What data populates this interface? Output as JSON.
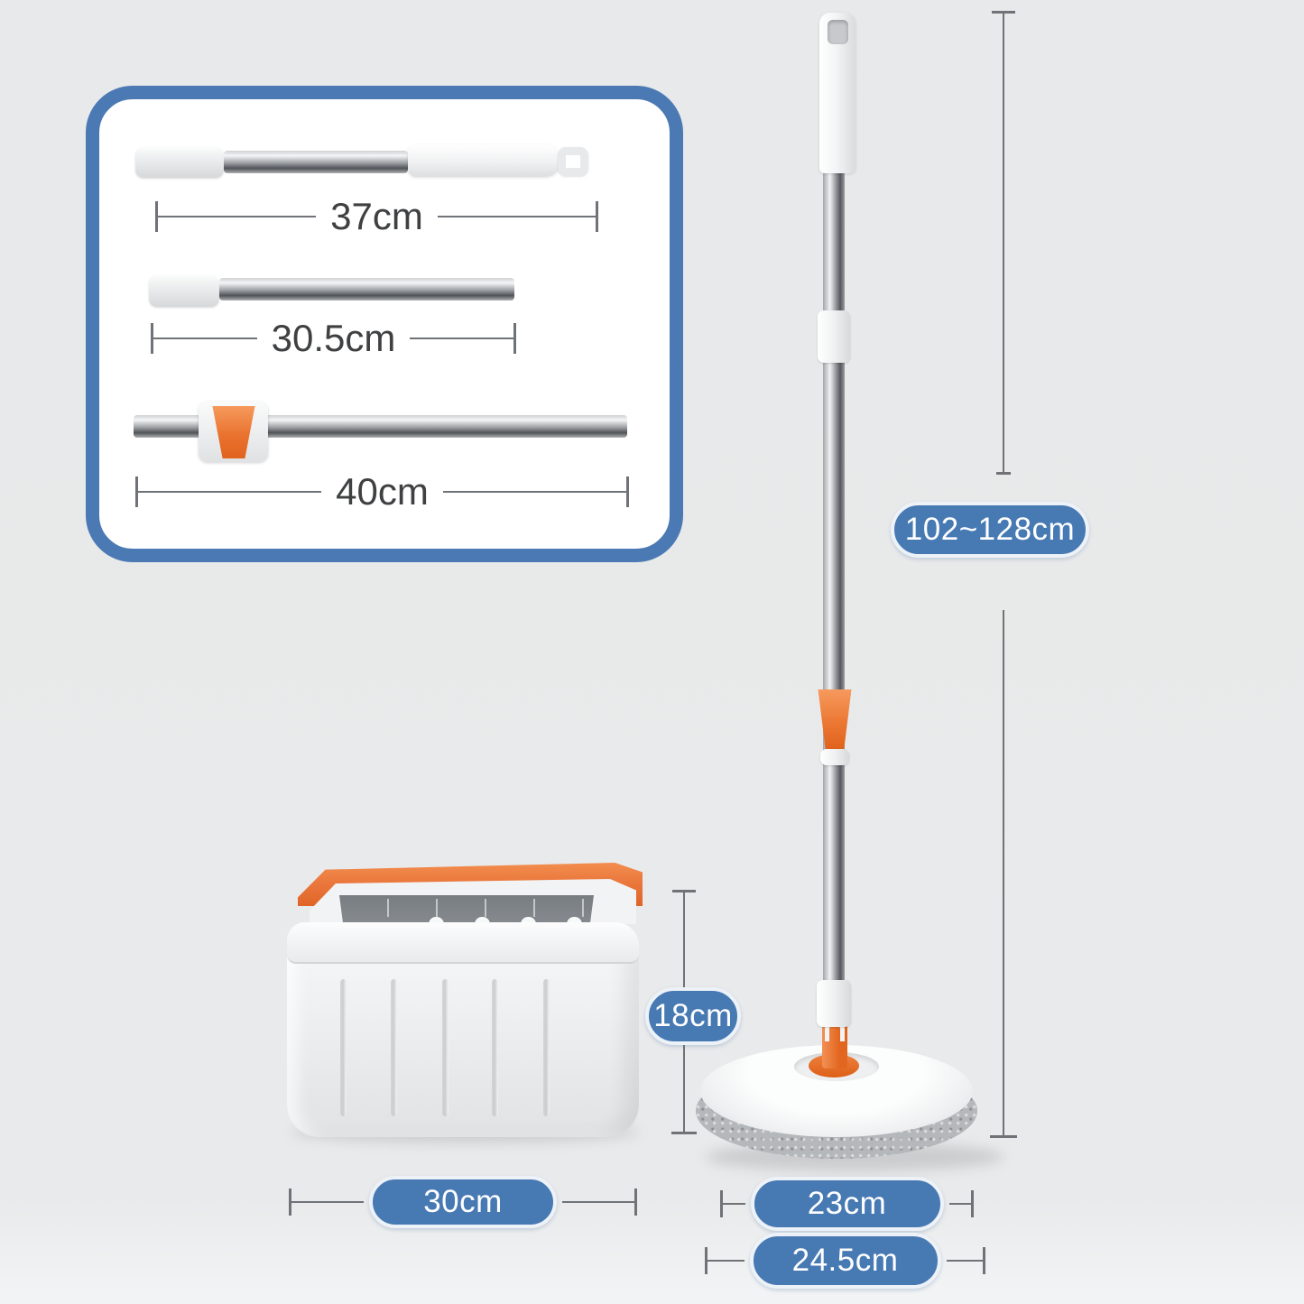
{
  "diagram_title": "spin-mop-and-bucket-dimension-diagram",
  "background_color": "#e9eaeb",
  "accent_colors": {
    "pill_blue": "#4779b3",
    "panel_border_blue": "#4a79b4",
    "orange": "#e9743a",
    "dimension_line_gray": "#6f7276"
  },
  "detail_panel": {
    "description": "pole-segments-breakdown",
    "segments": [
      {
        "name": "handle-segment-with-grip-and-loop",
        "dimension": "37cm"
      },
      {
        "name": "middle-pole-segment",
        "dimension": "30.5cm"
      },
      {
        "name": "lower-pole-segment-with-connector",
        "dimension": "40cm"
      }
    ]
  },
  "assembled_mop": {
    "height_range": "102~128cm"
  },
  "bucket": {
    "height": "18cm",
    "width": "30cm"
  },
  "mop_head": {
    "diameter": "23cm",
    "pad_diameter": "24.5cm"
  }
}
